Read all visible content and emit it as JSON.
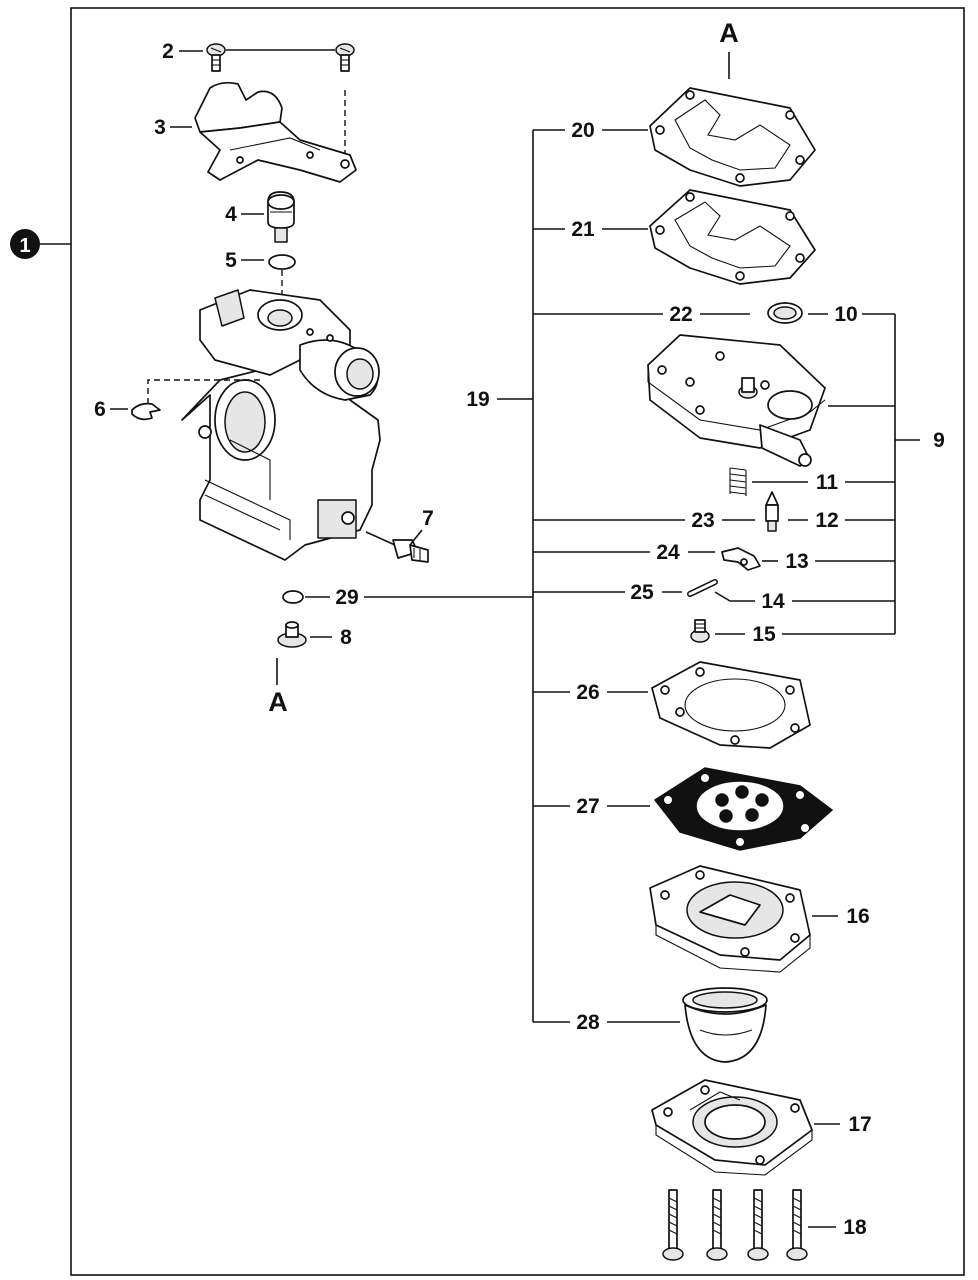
{
  "assembly_marker": "1",
  "ref_letter_top": "A",
  "ref_letter_bottom": "A",
  "labels": {
    "l2": "2",
    "l3": "3",
    "l4": "4",
    "l5": "5",
    "l6": "6",
    "l7": "7",
    "l8": "8",
    "l9": "9",
    "l10": "10",
    "l11": "11",
    "l12": "12",
    "l13": "13",
    "l14": "14",
    "l15": "15",
    "l16": "16",
    "l17": "17",
    "l18": "18",
    "l19": "19",
    "l20": "20",
    "l21": "21",
    "l22": "22",
    "l23": "23",
    "l24": "24",
    "l25": "25",
    "l26": "26",
    "l27": "27",
    "l28": "28",
    "l29": "29"
  },
  "colors": {
    "ink": "#111111",
    "paper": "#ffffff",
    "fill": "#e6e6e6"
  }
}
